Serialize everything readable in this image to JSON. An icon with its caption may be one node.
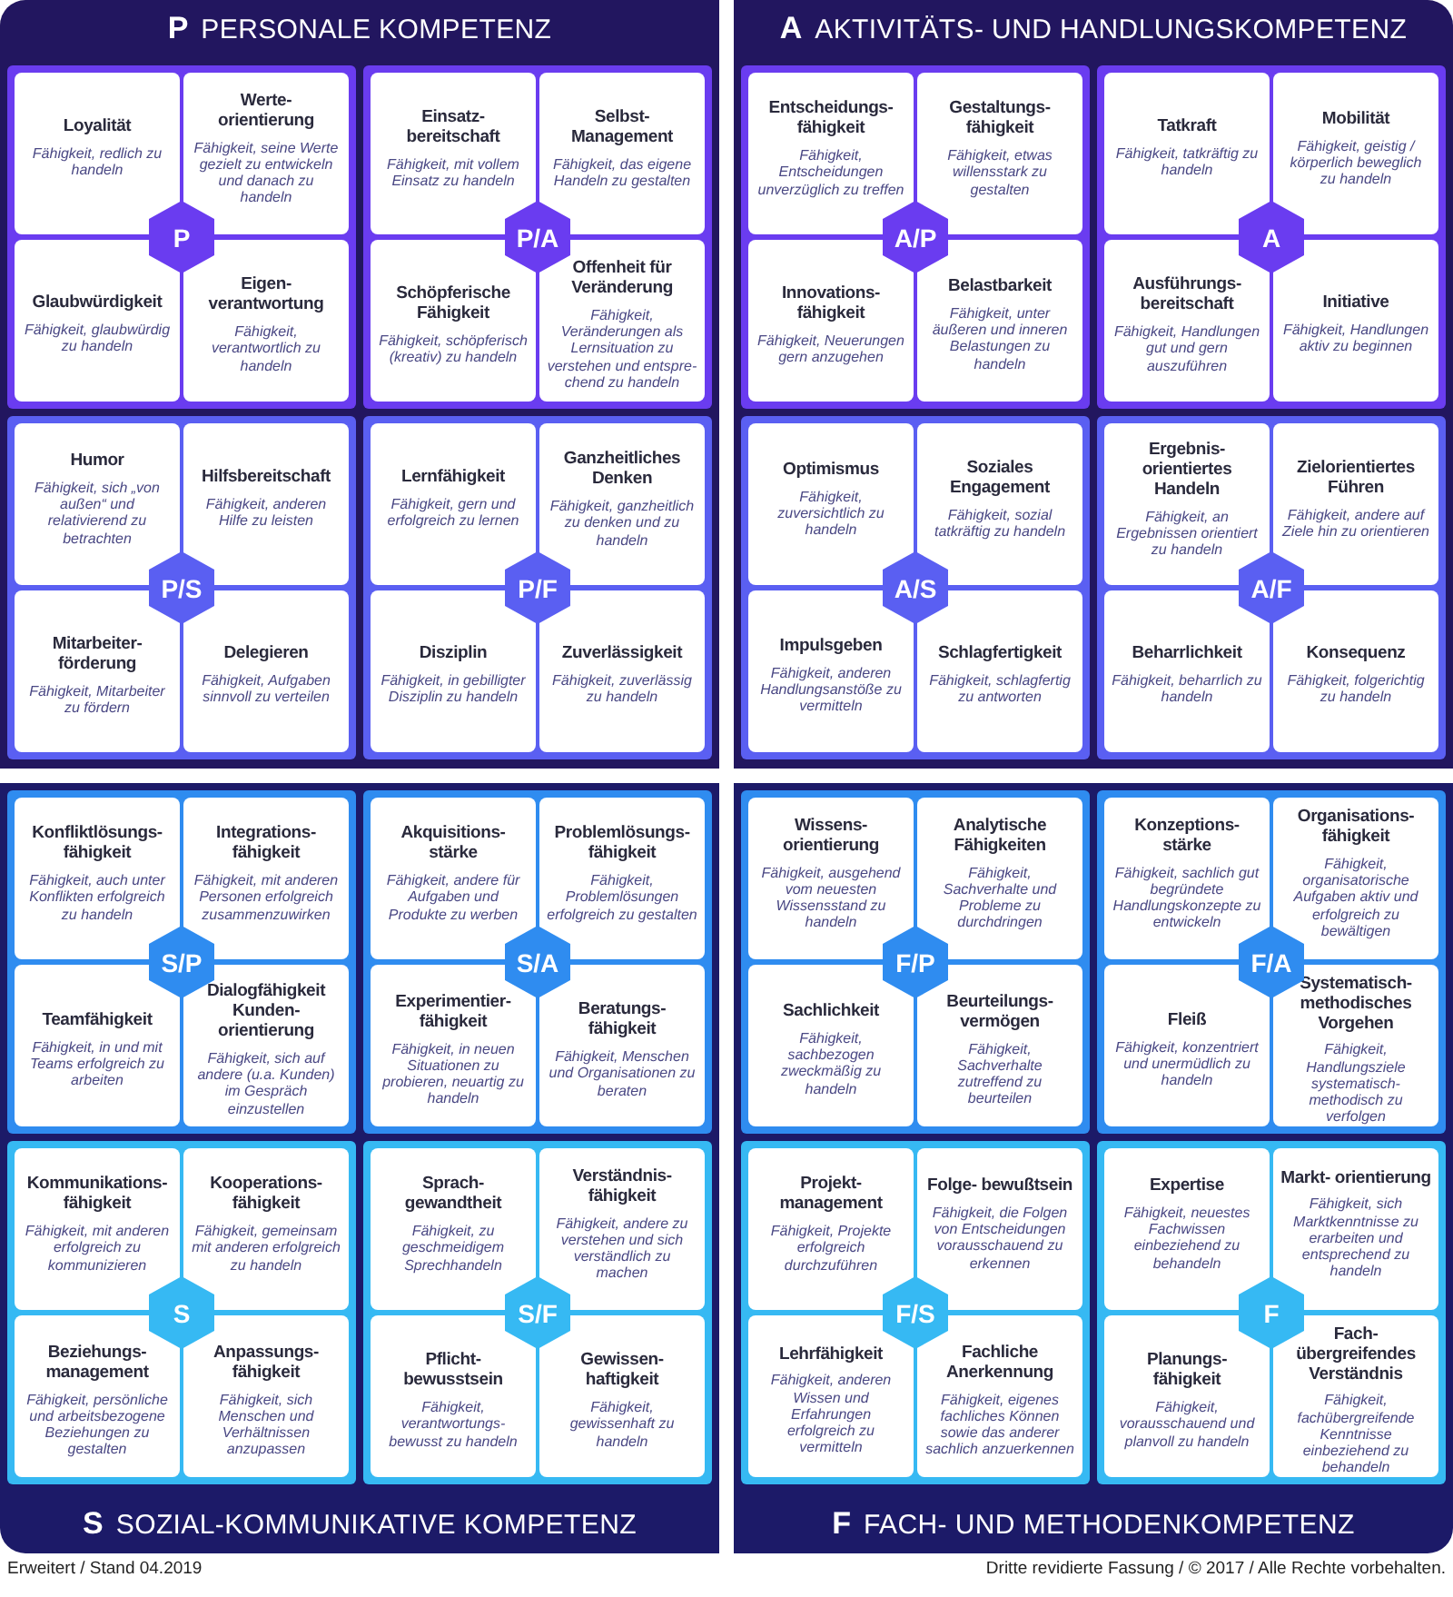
{
  "diagram": {
    "nodes": [
      {
        "text": [
          "P",
          "PERSONALE KOMPETENZ"
        ]
      },
      {
        "text": [],
        "shape": "box",
        "in": 0
      },
      {
        "text": [
          "Loyalität",
          "Fähigkeit, redlich zu handeln"
        ],
        "in": 1
      },
      {
        "text": [
          "Werte- orientierung",
          "Fähigkeit, seine Werte gezielt zu entwickeln und danach zu handeln"
        ],
        "in": 1
      },
      {
        "text": [
          "Glaubwürdigkeit",
          "Fähigkeit, glaubwürdig zu handeln"
        ],
        "in": 1
      },
      {
        "text": [
          "Eigen- verantwortung",
          "Fähigkeit, verantwortlich zu handeln"
        ],
        "in": 1
      },
      {
        "text": [
          "P"
        ],
        "in": 1
      },
      {
        "text": [],
        "shape": "box",
        "in": 0
      },
      {
        "text": [
          "Einsatz- bereitschaft",
          "Fähigkeit, mit vollem Einsatz zu handeln"
        ],
        "in": 7
      },
      {
        "text": [
          "Selbst- Management",
          "Fähigkeit, das eigene Handeln zu gestalten"
        ],
        "in": 7
      },
      {
        "text": [
          "Schöpferische Fähigkeit",
          "Fähigkeit, schöpferisch (kreativ) zu handeln"
        ],
        "in": 7
      },
      {
        "text": [
          "Offenheit für Veränderung",
          "Fähigkeit, Veränderungen als Lernsituation zu verstehen und entspre- chend zu handeln"
        ],
        "in": 7
      },
      {
        "text": [
          "P/A"
        ],
        "in": 7
      },
      {
        "text": [],
        "shape": "box",
        "in": 0
      },
      {
        "text": [
          "Humor",
          "Fähigkeit, sich „von außen“ und relativierend zu betrachten"
        ],
        "in": 13
      },
      {
        "text": [
          "Hilfsbereitschaft",
          "Fähigkeit, anderen Hilfe zu leisten"
        ],
        "in": 13
      },
      {
        "text": [
          "Mitarbeiter- förderung",
          "Fähigkeit, Mitarbeiter zu fördern"
        ],
        "in": 13
      },
      {
        "text": [
          "Delegieren",
          "Fähigkeit, Aufgaben sinnvoll zu verteilen"
        ],
        "in": 13
      },
      {
        "text": [
          "P/S"
        ],
        "in": 13
      },
      {
        "text": [],
        "shape": "box",
        "in": 0
      },
      {
        "text": [
          "Lernfähigkeit",
          "Fähigkeit, gern und erfolgreich zu lernen"
        ],
        "in": 19
      },
      {
        "text": [
          "Ganzheitliches Denken",
          "Fähigkeit, ganzheitlich zu denken und zu handeln"
        ],
        "in": 19
      },
      {
        "text": [
          "Disziplin",
          "Fähigkeit, in gebilligter Disziplin zu handeln"
        ],
        "in": 19
      },
      {
        "text": [
          "Zuverlässigkeit",
          "Fähigkeit, zuverlässig zu handeln"
        ],
        "in": 19
      },
      {
        "text": [
          "P/F"
        ],
        "in": 19
      },
      {
        "text": [
          "A",
          "AKTIVITÄTS- UND HANDLUNGSKOMPETENZ"
        ]
      },
      {
        "text": [],
        "shape": "box",
        "in": 25
      },
      {
        "text": [
          "Entscheidungs- fähigkeit",
          "Fähigkeit, Entscheidungen unverzüglich zu treffen"
        ],
        "in": 26
      },
      {
        "text": [
          "Gestaltungs- fähigkeit",
          "Fähigkeit, etwas willensstark zu gestalten"
        ],
        "in": 26
      },
      {
        "text": [
          "Innovations- fähigkeit",
          "Fähigkeit, Neuerungen gern anzugehen"
        ],
        "in": 26
      },
      {
        "text": [
          "Belastbarkeit",
          "Fähigkeit, unter äußeren und inneren Belastungen zu handeln"
        ],
        "in": 26
      },
      {
        "text": [
          "A/P"
        ],
        "in": 26
      },
      {
        "text": [],
        "shape": "box",
        "in": 25
      },
      {
        "text": [
          "Tatkraft",
          "Fähigkeit, tatkräftig zu handeln"
        ],
        "in": 32
      },
      {
        "text": [
          "Mobilität",
          "Fähigkeit, geistig / körperlich beweglich zu handeln"
        ],
        "in": 32
      },
      {
        "text": [
          "Ausführungs- bereitschaft",
          "Fähigkeit, Handlungen gut und gern auszuführen"
        ],
        "in": 32
      },
      {
        "text": [
          "Initiative",
          "Fähigkeit, Handlungen aktiv zu beginnen"
        ],
        "in": 32
      },
      {
        "text": [
          "A"
        ],
        "in": 32
      },
      {
        "text": [],
        "shape": "box",
        "in": 25
      },
      {
        "text": [
          "Optimismus",
          "Fähigkeit, zuversichtlich zu handeln"
        ],
        "in": 38
      },
      {
        "text": [
          "Soziales Engagement",
          "Fähigkeit, sozial tatkräftig zu handeln"
        ],
        "in": 38
      },
      {
        "text": [
          "Impulsgeben",
          "Fähigkeit, anderen Handlungsanstöße zu vermitteln"
        ],
        "in": 38
      },
      {
        "text": [
          "Schlagfertigkeit",
          "Fähigkeit, schlagfertig zu antworten"
        ],
        "in": 38
      },
      {
        "text": [
          "A/S"
        ],
        "in": 38
      },
      {
        "text": [],
        "shape": "box",
        "in": 25
      },
      {
        "text": [
          "Ergebnis- orientiertes Handeln",
          "Fähigkeit, an Ergebnissen orientiert zu handeln"
        ],
        "in": 44
      },
      {
        "text": [
          "Zielorientiertes Führen",
          "Fähigkeit, andere auf Ziele hin zu orientieren"
        ],
        "in": 44
      },
      {
        "text": [
          "Beharrlichkeit",
          "Fähigkeit, beharrlich zu handeln"
        ],
        "in": 44
      },
      {
        "text": [
          "Konsequenz",
          "Fähigkeit, folgerichtig zu handeln"
        ],
        "in": 44
      },
      {
        "text": [
          "A/F"
        ],
        "in": 44
      },
      {
        "text": [
          "S",
          "SOZIAL-KOMMUNIKATIVE KOMPETENZ"
        ]
      },
      {
        "text": [],
        "shape": "box",
        "in": 50
      },
      {
        "text": [
          "Konfliktlösungs- fähigkeit",
          "Fähigkeit, auch unter Konflikten erfolgreich zu handeln"
        ],
        "in": 51
      },
      {
        "text": [
          "Integrations- fähigkeit",
          "Fähigkeit, mit anderen Personen erfolgreich zusammenzuwirken"
        ],
        "in": 51
      },
      {
        "text": [
          "Teamfähigkeit",
          "Fähigkeit, in und mit Teams erfolgreich zu arbeiten"
        ],
        "in": 51
      },
      {
        "text": [
          "Dialogfähigkeit Kunden- orientierung",
          "Fähigkeit, sich auf andere (u.a. Kunden) im Gespräch einzustellen"
        ],
        "in": 51
      },
      {
        "text": [
          "S/P"
        ],
        "in": 51
      },
      {
        "text": [],
        "shape": "box",
        "in": 50
      },
      {
        "text": [
          "Akquisitions- stärke",
          "Fähigkeit, andere für Aufgaben und Produkte zu werben"
        ],
        "in": 57
      },
      {
        "text": [
          "Problemlösungs- fähigkeit",
          "Fähigkeit, Problemlösungen erfolgreich zu gestalten"
        ],
        "in": 57
      },
      {
        "text": [
          "Experimentier- fähigkeit",
          "Fähigkeit, in neuen Situationen zu probieren, neuartig zu handeln"
        ],
        "in": 57
      },
      {
        "text": [
          "Beratungs- fähigkeit",
          "Fähigkeit, Menschen und Organisationen zu beraten"
        ],
        "in": 57
      },
      {
        "text": [
          "S/A"
        ],
        "in": 57
      },
      {
        "text": [],
        "shape": "box",
        "in": 50
      },
      {
        "text": [
          "Kommunikations- fähigkeit",
          "Fähigkeit, mit anderen erfolgreich zu kommunizieren"
        ],
        "in": 63
      },
      {
        "text": [
          "Kooperations- fähigkeit",
          "Fähigkeit, gemeinsam mit anderen erfolgreich zu handeln"
        ],
        "in": 63
      },
      {
        "text": [
          "Beziehungs- management",
          "Fähigkeit, persönliche und arbeitsbezogene Beziehungen zu gestalten"
        ],
        "in": 63
      },
      {
        "text": [
          "Anpassungs- fähigkeit",
          "Fähigkeit, sich Menschen und Verhältnissen anzupassen"
        ],
        "in": 63
      },
      {
        "text": [
          "S"
        ],
        "in": 63
      },
      {
        "text": [],
        "shape": "box",
        "in": 50
      },
      {
        "text": [
          "Sprach- gewandtheit",
          "Fähigkeit, zu geschmeidigem Sprechhandeln"
        ],
        "in": 69
      },
      {
        "text": [
          "Verständnis- fähigkeit",
          "Fähigkeit, andere zu verstehen und sich verständlich zu machen"
        ],
        "in": 69
      },
      {
        "text": [
          "Pflicht- bewusstsein",
          "Fähigkeit, verantwortungs- bewusst zu handeln"
        ],
        "in": 69
      },
      {
        "text": [
          "Gewissen- haftigkeit",
          "Fähigkeit, gewissenhaft zu handeln"
        ],
        "in": 69
      },
      {
        "text": [
          "S/F"
        ],
        "in": 69
      },
      {
        "text": [
          "F",
          "FACH- UND METHODENKOMPETENZ"
        ]
      },
      {
        "text": [],
        "shape": "box",
        "in": 75
      },
      {
        "text": [
          "Wissens- orientierung",
          "Fähigkeit, ausgehend vom neuesten Wissensstand zu handeln"
        ],
        "in": 76
      },
      {
        "text": [
          "Analytische Fähigkeiten",
          "Fähigkeit, Sachverhalte und Probleme zu durchdringen"
        ],
        "in": 76
      },
      {
        "text": [
          "Sachlichkeit",
          "Fähigkeit, sachbezogen zweckmäßig zu handeln"
        ],
        "in": 76
      },
      {
        "text": [
          "Beurteilungs- vermögen",
          "Fähigkeit, Sachverhalte zutreffend zu beurteilen"
        ],
        "in": 76
      },
      {
        "text": [
          "F/P"
        ],
        "in": 76
      },
      {
        "text": [],
        "shape": "box",
        "in": 75
      },
      {
        "text": [
          "Konzeptions- stärke",
          "Fähigkeit, sachlich gut begründete Handlungskonzepte zu entwickeln"
        ],
        "in": 82
      },
      {
        "text": [
          "Organisations- fähigkeit",
          "Fähigkeit, organisatorische Aufgaben aktiv und erfolgreich zu bewältigen"
        ],
        "in": 82
      },
      {
        "text": [
          "Fleiß",
          "Fähigkeit, konzentriert und unermüdlich zu handeln"
        ],
        "in": 82
      },
      {
        "text": [
          "Systematisch- methodisches Vorgehen",
          "Fähigkeit, Handlungsziele systematisch-methodisch zu verfolgen"
        ],
        "in": 82
      },
      {
        "text": [
          "F/A"
        ],
        "in": 82
      },
      {
        "text": [],
        "shape": "box",
        "in": 75
      },
      {
        "text": [
          "Projekt- management",
          "Fähigkeit, Projekte erfolgreich durchzuführen"
        ],
        "in": 88
      },
      {
        "text": [
          "Folge- bewußtsein",
          "Fähigkeit, die Folgen von Entscheidungen vorausschauend zu erkennen"
        ],
        "in": 88
      },
      {
        "text": [
          "Lehrfähigkeit",
          "Fähigkeit, anderen Wissen und Erfahrungen erfolgreich zu vermitteln"
        ],
        "in": 88
      },
      {
        "text": [
          "Fachliche Anerkennung",
          "Fähigkeit, eigenes fachliches Können sowie das anderer sachlich anzuerkennen"
        ],
        "in": 88
      },
      {
        "text": [
          "F/S"
        ],
        "in": 88
      },
      {
        "text": [],
        "shape": "box",
        "in": 75
      },
      {
        "text": [
          "Expertise",
          "Fähigkeit, neuestes Fachwissen einbeziehend zu behandeln"
        ],
        "in": 94
      },
      {
        "text": [
          "Markt- orientierung",
          "Fähigkeit, sich Marktkenntnisse zu erarbeiten und entsprechend zu handeln"
        ],
        "in": 94
      },
      {
        "text": [
          "Planungs- fähigkeit",
          "Fähigkeit, vorausschauend und planvoll zu handeln"
        ],
        "in": 94
      },
      {
        "text": [
          "Fach- übergreifendes Verständnis",
          "Fähigkeit, fachübergreifende Kenntnisse einbeziehend zu behandeln"
        ],
        "in": 94
      },
      {
        "text": [
          "F"
        ],
        "in": 94
      }
    ],
    "labels": [
      "Erweitert / Stand 04.2019",
      "Dritte revidierte Fassung / © 2017 / Alle Rechte vorbehalten."
    ]
  }
}
